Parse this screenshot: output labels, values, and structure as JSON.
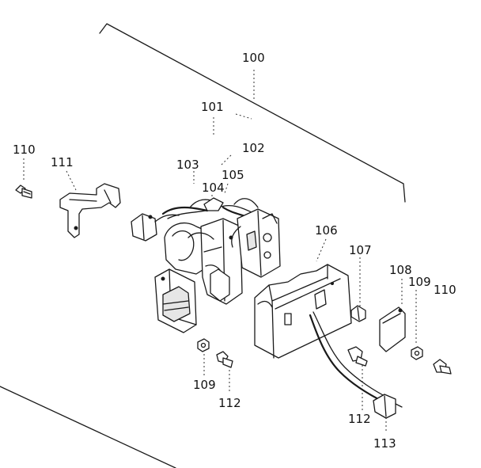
{
  "diagram": {
    "callouts": [
      {
        "id": "c100",
        "text": "100"
      },
      {
        "id": "c101",
        "text": "101"
      },
      {
        "id": "c102",
        "text": "102"
      },
      {
        "id": "c103",
        "text": "103"
      },
      {
        "id": "c105",
        "text": "105"
      },
      {
        "id": "c104",
        "text": "104"
      },
      {
        "id": "c106",
        "text": "106"
      },
      {
        "id": "c107",
        "text": "107"
      },
      {
        "id": "c108",
        "text": "108"
      },
      {
        "id": "c109a",
        "text": "109"
      },
      {
        "id": "c110a",
        "text": "110"
      },
      {
        "id": "c110b",
        "text": "110"
      },
      {
        "id": "c111",
        "text": "111"
      },
      {
        "id": "c109b",
        "text": "109"
      },
      {
        "id": "c112a",
        "text": "112"
      },
      {
        "id": "c112b",
        "text": "112"
      },
      {
        "id": "c113",
        "text": "113"
      }
    ]
  }
}
